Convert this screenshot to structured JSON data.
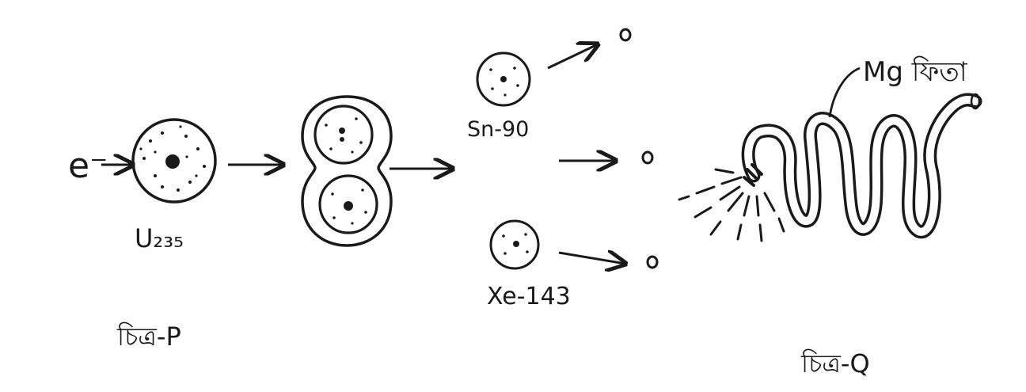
{
  "figure_p": {
    "caption": "চিত্র-P",
    "electron_label": "e⁻",
    "nucleus_label": "U₂₃₅",
    "products": [
      {
        "label": "Sn-90"
      },
      {
        "label": "Xe-143"
      }
    ]
  },
  "figure_q": {
    "caption": "চিত্র-Q",
    "ribbon_label": "Mg ফিতা"
  },
  "colors": {
    "ink": "#1a1a1a",
    "paper": "#ffffff"
  }
}
